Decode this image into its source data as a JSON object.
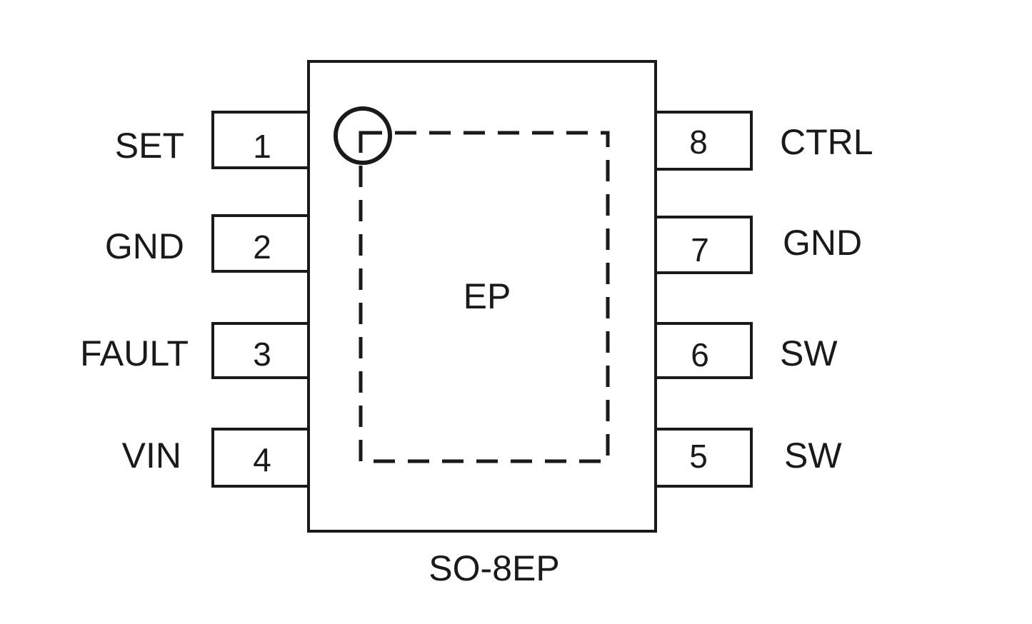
{
  "package": {
    "name": "SO-8EP",
    "exposed_pad_label": "EP"
  },
  "pins_left": [
    {
      "number": "1",
      "label": "SET"
    },
    {
      "number": "2",
      "label": "GND"
    },
    {
      "number": "3",
      "label": "FAULT"
    },
    {
      "number": "4",
      "label": "VIN"
    }
  ],
  "pins_right": [
    {
      "number": "8",
      "label": "CTRL"
    },
    {
      "number": "7",
      "label": "GND"
    },
    {
      "number": "6",
      "label": "SW"
    },
    {
      "number": "5",
      "label": "SW"
    }
  ],
  "colors": {
    "stroke": "#1a1a1a",
    "background": "#ffffff"
  }
}
